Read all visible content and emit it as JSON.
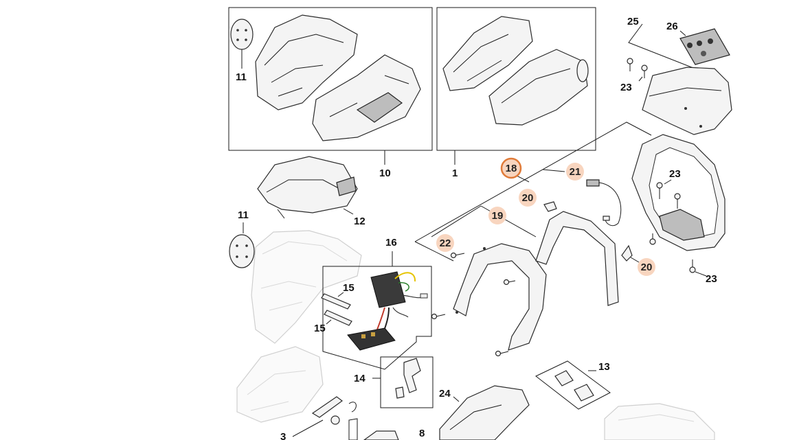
{
  "diagram": {
    "labels": [
      {
        "id": "11a",
        "text": "11"
      },
      {
        "id": "10",
        "text": "10"
      },
      {
        "id": "1",
        "text": "1"
      },
      {
        "id": "25",
        "text": "25"
      },
      {
        "id": "26",
        "text": "26"
      },
      {
        "id": "23a",
        "text": "23"
      },
      {
        "id": "12",
        "text": "12"
      },
      {
        "id": "11b",
        "text": "11"
      },
      {
        "id": "16",
        "text": "16"
      },
      {
        "id": "15a",
        "text": "15"
      },
      {
        "id": "15b",
        "text": "15"
      },
      {
        "id": "14",
        "text": "14"
      },
      {
        "id": "24",
        "text": "24"
      },
      {
        "id": "13",
        "text": "13"
      },
      {
        "id": "3",
        "text": "3"
      },
      {
        "id": "8",
        "text": "8"
      },
      {
        "id": "23b",
        "text": "23"
      },
      {
        "id": "23c",
        "text": "23"
      },
      {
        "id": "23d",
        "text": "23"
      }
    ],
    "callouts": [
      {
        "id": "18",
        "text": "18",
        "selected": true
      },
      {
        "id": "21",
        "text": "21",
        "selected": false
      },
      {
        "id": "20a",
        "text": "20",
        "selected": false
      },
      {
        "id": "19",
        "text": "19",
        "selected": false
      },
      {
        "id": "22",
        "text": "22",
        "selected": false
      },
      {
        "id": "20b",
        "text": "20",
        "selected": false
      }
    ],
    "colors": {
      "callout_fill": "#f8d5bf",
      "callout_selected_stroke": "#e07b39",
      "line": "#1a1a1a",
      "ghost": "#cfcfcf"
    }
  }
}
